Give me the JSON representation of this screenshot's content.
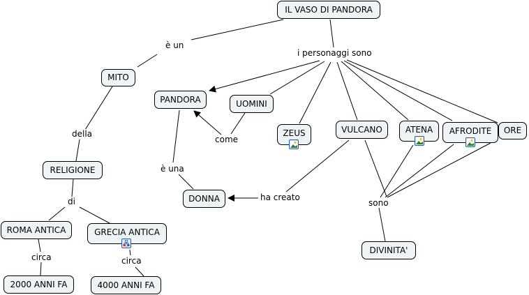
{
  "title": "IL VASO DI PANDORA",
  "concepts": {
    "vaso": "IL VASO DI PANDORA",
    "mito": "MITO",
    "religione": "RELIGIONE",
    "roma": "ROMA ANTICA",
    "grecia": "GRECIA ANTICA",
    "anni2000": "2000 ANNI FA",
    "anni4000": "4000 ANNI FA",
    "pandora": "PANDORA",
    "uomini": "UOMINI",
    "donna": "DONNA",
    "zeus": "ZEUS",
    "vulcano": "VULCANO",
    "atena": "ATENA",
    "afrodite": "AFRODITE",
    "ore": "ORE",
    "divinita": "DIVINITA'"
  },
  "linking_phrases": {
    "e_un": "è un",
    "della": "della",
    "di": "di",
    "circa_roma": "circa",
    "circa_grecia": "circa",
    "personaggi": "i personaggi sono",
    "come": "come",
    "e_una": "è una",
    "ha_creato": "ha creato",
    "sono": "sono"
  },
  "resource_icons": {
    "zeus": "image-icon",
    "atena": "image-icon",
    "afrodite": "image-icon",
    "grecia": "concept-map-icon"
  },
  "colors": {
    "node_fill": "#eef3f6",
    "node_border": "#000000",
    "line": "#000000",
    "icon_border": "#2a5ca8"
  }
}
